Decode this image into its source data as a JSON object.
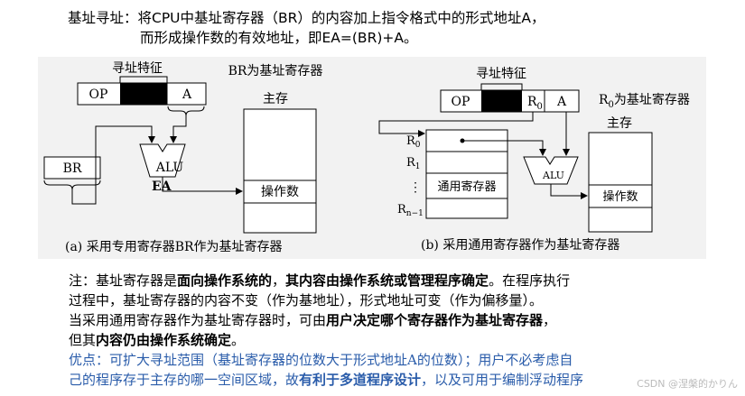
{
  "heading": {
    "line1": "基址寻址：将CPU中基址寄存器（BR）的内容加上指令格式中的形式地址A，",
    "line2": "而形成操作数的有效地址，即EA=(BR)+A。"
  },
  "diagram_a": {
    "addr_feature": "寻址特征",
    "op": "OP",
    "a": "A",
    "br_note": "BR为基址寄存器",
    "br": "BR",
    "alu": "ALU",
    "ea": "EA",
    "memory": "主存",
    "operand": "操作数",
    "caption": "(a) 采用专用寄存器BR作为基址寄存器"
  },
  "diagram_b": {
    "addr_feature": "寻址特征",
    "op": "OP",
    "r0_field": "R",
    "r0_field_sub": "0",
    "a": "A",
    "r0_note": "R",
    "r0_note_sub": "0",
    "r0_note_rest": "为基址寄存器",
    "memory": "主存",
    "reg_r0": "R",
    "reg_r0_sub": "0",
    "reg_r1": "R",
    "reg_r1_sub": "1",
    "reg_dots": "⋮",
    "reg_rn": "R",
    "reg_rn_sub": "n−1",
    "gpr": "通用寄存器",
    "alu": "ALU",
    "operand": "操作数",
    "caption": "(b) 采用通用寄存器作为基址寄存器"
  },
  "notes": {
    "n1a": "注：基址寄存器是",
    "n1b": "面向操作系统的",
    "n1c": "，",
    "n1d": "其内容由操作系统或管理程序确定",
    "n1e": "。在程序执行",
    "n2": "过程中，基址寄存器的内容不变（作为基地址），形式地址可变（作为偏移量）。",
    "n3a": "当采用通用寄存器作为基址寄存器时，可由",
    "n3b": "用户决定哪个寄存器作为基址寄存器",
    "n3c": "，",
    "n4a": "但其",
    "n4b": "内容仍由操作系统确定",
    "n4c": "。",
    "n5": "优点：可扩大寻址范围（基址寄存器的位数大于形式地址A的位数）；用户不必考虑自",
    "n6a": "己的程序存于主存的哪一空间区域，故",
    "n6b": "有利于多道程序设计",
    "n6c": "，以及可用于编制浮动程序"
  },
  "watermark": "CSDN @涅槃的かりん",
  "colors": {
    "accent_blue": "#2a5caa",
    "panel_bg": "#f2f2f2"
  }
}
